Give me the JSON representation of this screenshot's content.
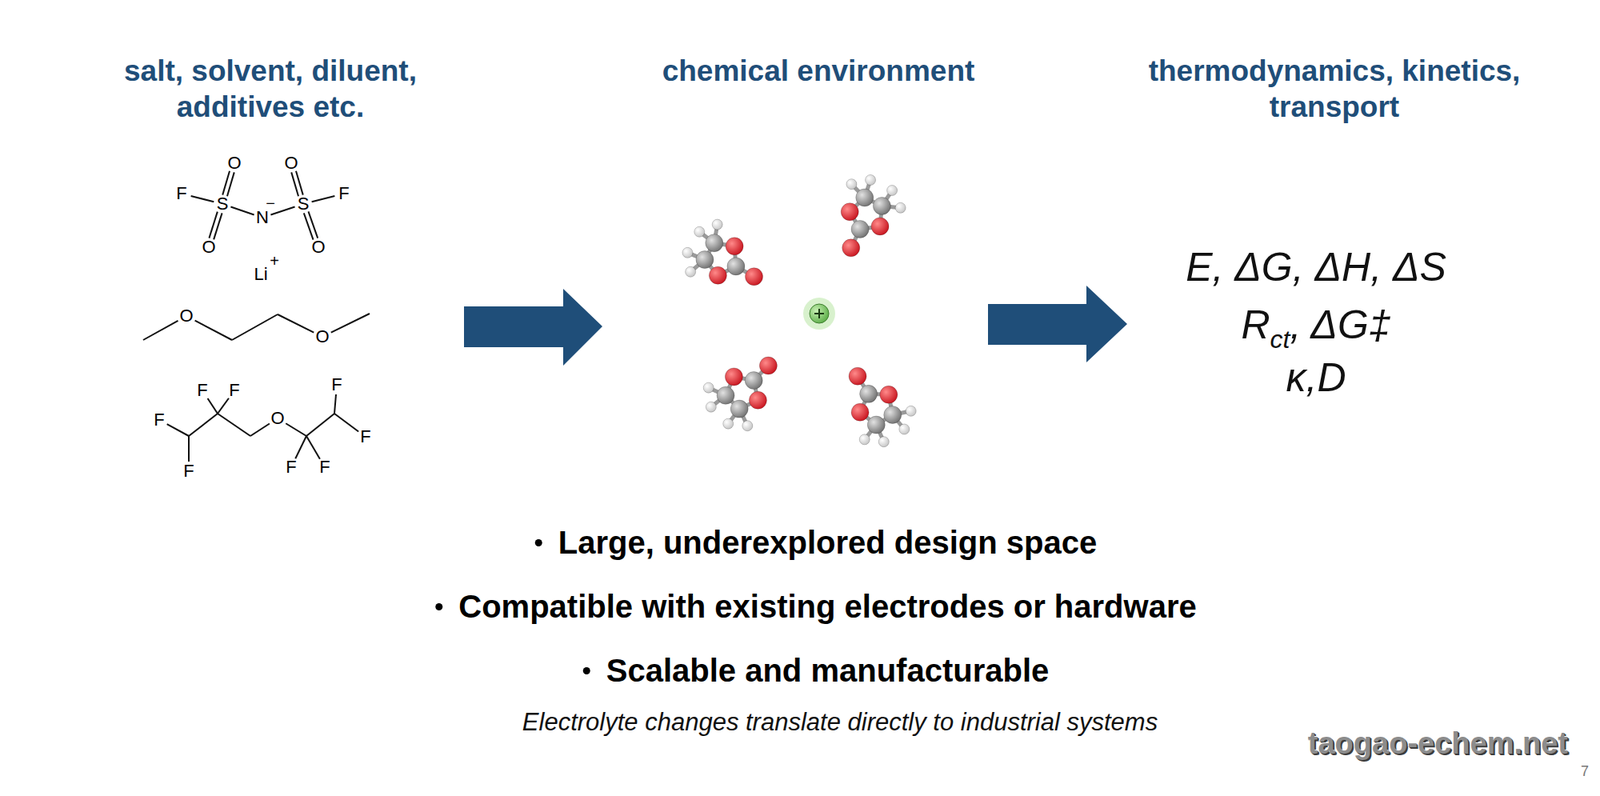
{
  "diagram": {
    "labels": [
      "salt, solvent, diluent, additives etc.",
      "chemical environment",
      "thermodynamics, kinetics, transport",
      "F",
      "O",
      "S",
      "O",
      "N",
      "−",
      "O",
      "S",
      "O",
      "F",
      "Li",
      "+",
      "O",
      "O",
      "F",
      "F",
      "F",
      "F",
      "O",
      "F",
      "F",
      "F",
      "F",
      "E, ΔG, ΔH, ΔS",
      "R",
      "ct",
      ", ΔG‡",
      "κ,D",
      "Large, underexplored design space",
      "Compatible with existing electrodes or hardware",
      "Scalable and manufacturable",
      "Electrolyte changes translate directly to industrial systems",
      "taogao-echem.net",
      "7"
    ]
  }
}
